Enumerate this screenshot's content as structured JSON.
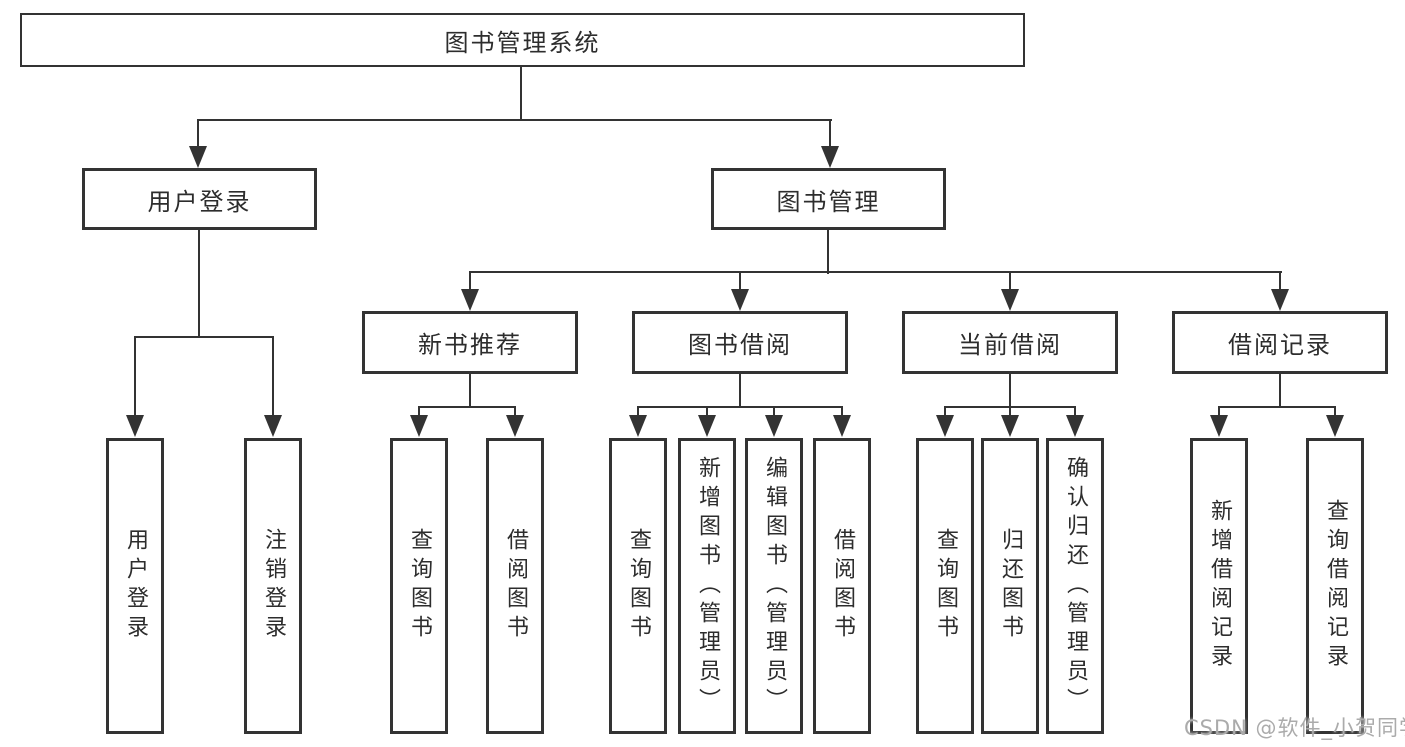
{
  "diagram": {
    "type": "hierarchy-tree",
    "colors": {
      "line": "#333333",
      "box_background": "#ffffff",
      "text": "#2d2d2d",
      "watermark": "#ababab"
    },
    "tree": {
      "root": "图书管理系统",
      "branches": [
        {
          "label": "用户登录",
          "children": [
            "用户登录",
            "注销登录"
          ]
        },
        {
          "label": "图书管理",
          "groups": [
            {
              "label": "新书推荐",
              "children": [
                "查询图书",
                "借阅图书"
              ]
            },
            {
              "label": "图书借阅",
              "children": [
                "查询图书",
                "新增图书（管理员）",
                "编辑图书（管理员）",
                "借阅图书"
              ]
            },
            {
              "label": "当前借阅",
              "children": [
                "查询图书",
                "归还图书",
                "确认归还（管理员）"
              ]
            },
            {
              "label": "借阅记录",
              "children": [
                "新增借阅记录",
                "查询借阅记录"
              ]
            }
          ]
        }
      ]
    },
    "watermark": {
      "text": "CSDN @软件_小贺同学"
    }
  }
}
